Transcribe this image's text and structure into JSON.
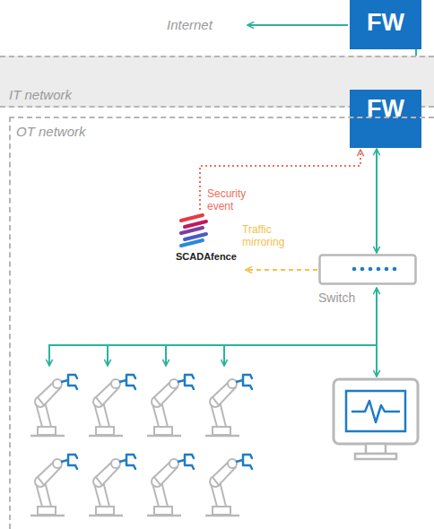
{
  "diagram": {
    "nodes": [
      {
        "text": [
          "FW"
        ]
      },
      {
        "text": [
          "IT network"
        ]
      },
      {
        "text": [
          "FW"
        ]
      },
      {
        "text": [
          "OT network"
        ]
      },
      {
        "text": [
          "SCADAfence"
        ],
        "in": 3
      },
      {
        "text": [
          "Switch"
        ],
        "in": 3
      }
    ],
    "edges": [
      {
        "from": 2,
        "to": 0,
        "arrow": "none"
      },
      {
        "from": 5,
        "to": 2,
        "arrow": "both"
      },
      {
        "from": 5,
        "to": 4,
        "label": "Traffic mirroring",
        "arrow": "to"
      },
      {
        "from": 4,
        "to": 2,
        "label": "Security event",
        "arrow": "to"
      }
    ],
    "labels": [
      "Internet"
    ]
  }
}
